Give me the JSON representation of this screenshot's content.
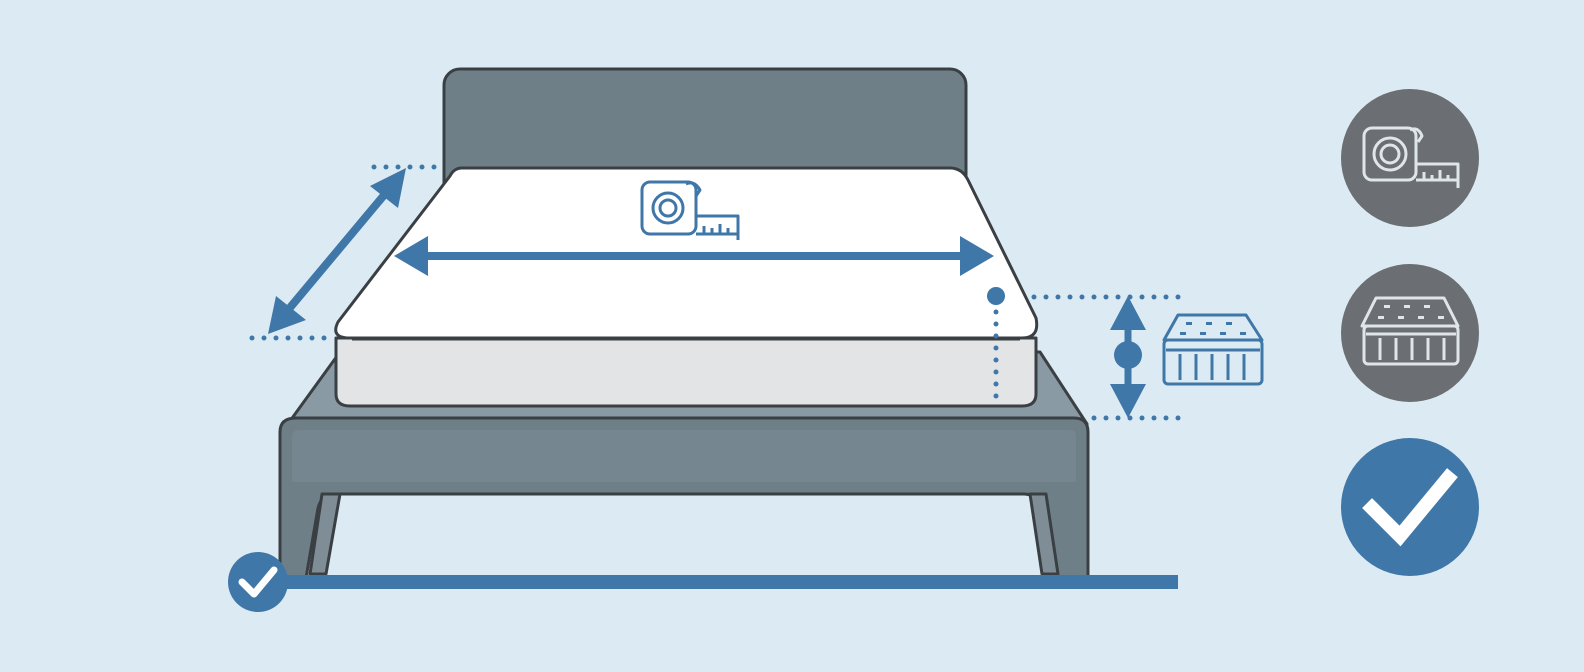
{
  "diagram": {
    "subject": "bed-mattress-measurement",
    "icons": [
      "tape-measure-icon",
      "mattress-icon",
      "checkmark-icon"
    ],
    "measurements": [
      "mattress-width",
      "mattress-length",
      "mattress-height"
    ],
    "colors": {
      "background": "#dcebf3",
      "frame": "#6f7f88",
      "frame_light": "#8a9aa4",
      "outline": "#3a3f44",
      "mattress_top": "#ffffff",
      "mattress_side": "#e2e4e6",
      "accent": "#3f77a9",
      "icon_badge_gray": "#6b6e72"
    }
  }
}
